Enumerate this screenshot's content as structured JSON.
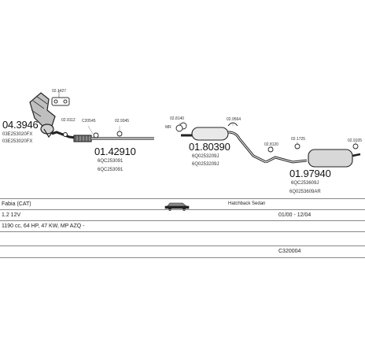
{
  "parts": {
    "p1": {
      "number": "04.3946",
      "ref1": "03E253020FX",
      "ref2": "03E253020FX"
    },
    "p2": {
      "number": "01.42910",
      "ref1": "6QC253091",
      "ref2": "6QC253091"
    },
    "p3": {
      "number": "01.80390",
      "ref1": "6Q0253209J",
      "ref2": "6Q0253209J"
    },
    "p4": {
      "number": "01.97940",
      "ref1": "6QC253609J",
      "ref2": "6Q0253609AR"
    }
  },
  "small_codes": {
    "c1": "02.1427",
    "c2": "02.9112",
    "c3": "C20545",
    "c4": "02.9345",
    "c5": "02.8140",
    "c6": "02.9564",
    "c7": "02.8120",
    "c8": "02.1725",
    "c9": "02.9105",
    "c10": "MR"
  },
  "info": {
    "model": "Fabia (CAT)",
    "body": "Hatchback Sedan",
    "engine": "1.2 12V",
    "years": "01/00 - 12/04",
    "details": "1190 cc, 64 HP, 47 KW, MP AZQ -",
    "code": "C320004"
  }
}
